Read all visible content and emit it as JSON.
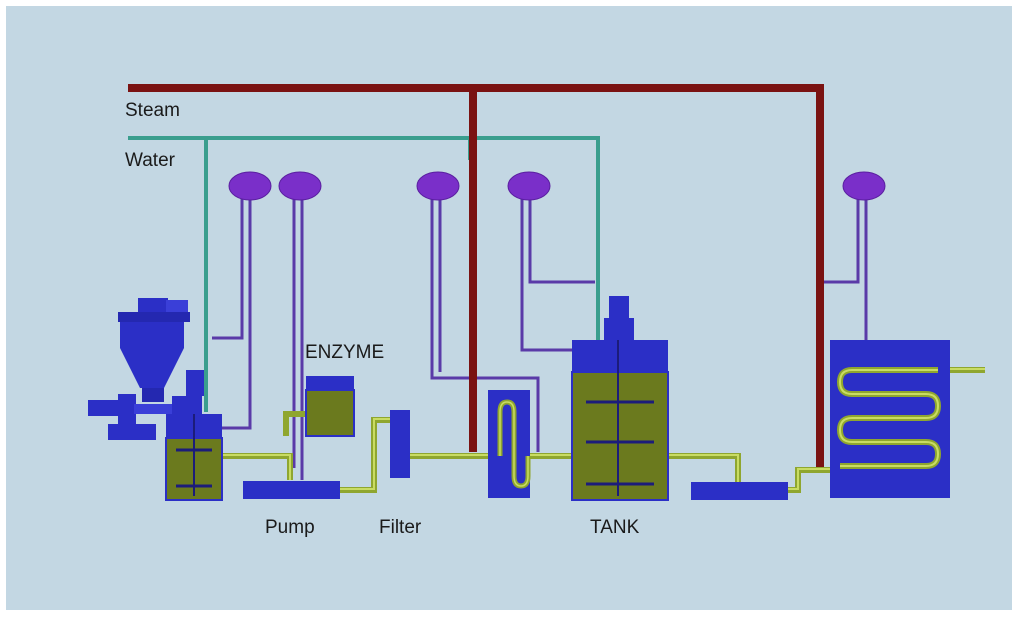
{
  "labels": {
    "steam": "Steam",
    "water": "Water",
    "enzyme": "ENZYME",
    "pump": "Pump",
    "filter": "Filter",
    "tank": "TANK"
  },
  "colors": {
    "background": "#c3d7e3",
    "steam_pipe": "#7a1212",
    "water_pipe": "#3a9e8e",
    "product_pipe": "#a9c23f",
    "equipment_blue": "#2b2fc6",
    "liquid_olive": "#6b7a1e",
    "sensor_purple": "#7a2fc9",
    "sensor_line": "#5a3aa8"
  },
  "icons": [
    "sensor-gauge-icon",
    "hopper-mixer-icon",
    "agitator-motor-icon",
    "heat-exchanger-coil-icon"
  ]
}
